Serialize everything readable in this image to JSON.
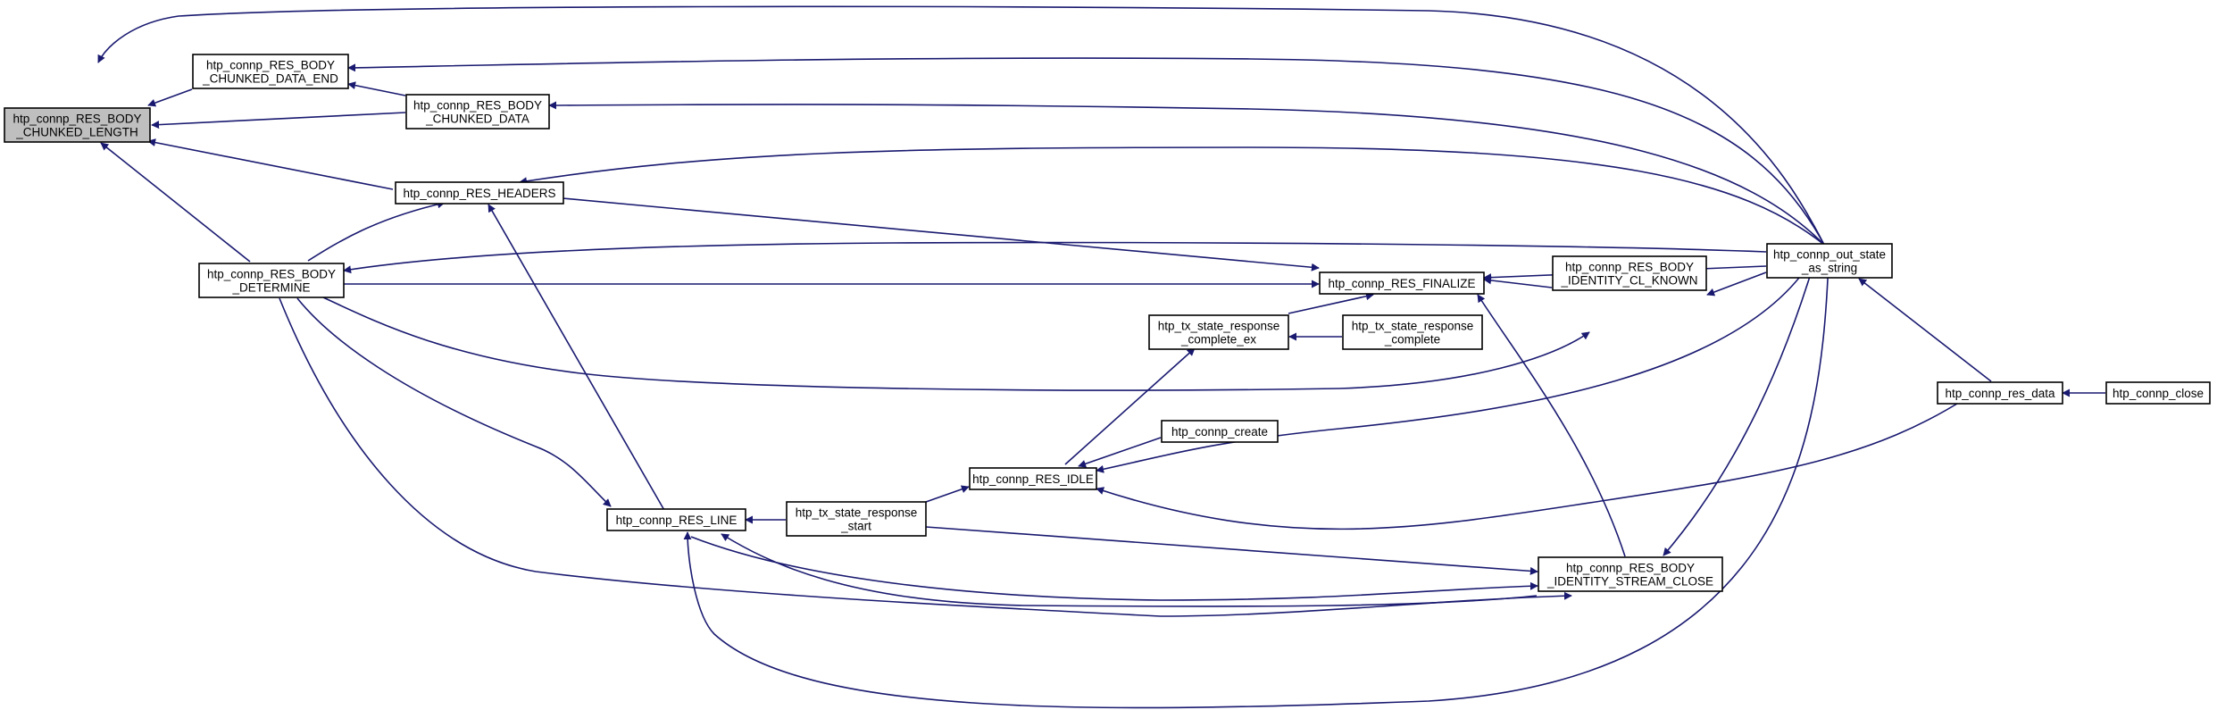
{
  "colors": {
    "edge": "#191970",
    "node_border": "#000000",
    "node_fill": "#ffffff",
    "focus_fill": "#bfbfbf"
  },
  "nodes": {
    "chunked_length": {
      "lines": [
        "htp_connp_RES_BODY",
        "_CHUNKED_LENGTH"
      ],
      "focus": true
    },
    "chunked_data_end": {
      "lines": [
        "htp_connp_RES_BODY",
        "_CHUNKED_DATA_END"
      ]
    },
    "chunked_data": {
      "lines": [
        "htp_connp_RES_BODY",
        "_CHUNKED_DATA"
      ]
    },
    "res_headers": {
      "lines": [
        "htp_connp_RES_HEADERS"
      ]
    },
    "body_determine": {
      "lines": [
        "htp_connp_RES_BODY",
        "_DETERMINE"
      ]
    },
    "res_finalize": {
      "lines": [
        "htp_connp_RES_FINALIZE"
      ]
    },
    "identity_cl_known": {
      "lines": [
        "htp_connp_RES_BODY",
        "_IDENTITY_CL_KNOWN"
      ]
    },
    "tx_complete_ex": {
      "lines": [
        "htp_tx_state_response",
        "_complete_ex"
      ]
    },
    "tx_complete": {
      "lines": [
        "htp_tx_state_response",
        "_complete"
      ]
    },
    "connp_create": {
      "lines": [
        "htp_connp_create"
      ]
    },
    "res_idle": {
      "lines": [
        "htp_connp_RES_IDLE"
      ]
    },
    "res_line": {
      "lines": [
        "htp_connp_RES_LINE"
      ]
    },
    "tx_response_start": {
      "lines": [
        "htp_tx_state_response",
        "_start"
      ]
    },
    "identity_stream_close": {
      "lines": [
        "htp_connp_RES_BODY",
        "_IDENTITY_STREAM_CLOSE"
      ]
    },
    "out_state_as_string": {
      "lines": [
        "htp_connp_out_state",
        "_as_string"
      ]
    },
    "res_data": {
      "lines": [
        "htp_connp_res_data"
      ]
    },
    "connp_close": {
      "lines": [
        "htp_connp_close"
      ]
    }
  }
}
